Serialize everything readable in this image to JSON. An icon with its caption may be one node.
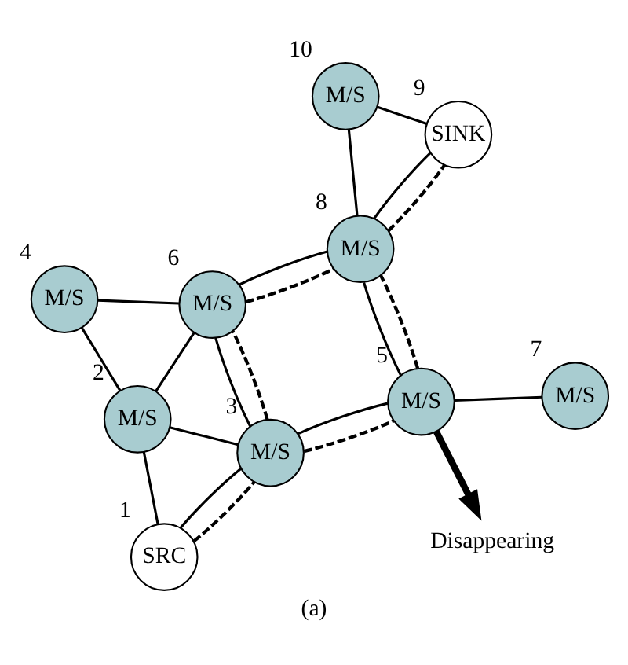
{
  "diagram": {
    "caption": "(a)",
    "nodes": [
      {
        "text": [
          "Disappearing"
        ]
      },
      {
        "text": [
          "M/S"
        ],
        "beside": [
          "7"
        ]
      },
      {
        "text": [
          "M/S"
        ],
        "beside": [
          "5"
        ]
      },
      {
        "text": [
          "SRC"
        ],
        "beside": [
          "1"
        ]
      },
      {
        "text": [
          "M/S"
        ],
        "beside": [
          "10"
        ]
      },
      {
        "text": [
          "M/S"
        ],
        "beside": [
          "3"
        ]
      },
      {
        "text": [
          "M/S"
        ],
        "beside": [
          "8"
        ]
      },
      {
        "text": [
          "M/S"
        ],
        "beside": [
          "2"
        ]
      },
      {
        "text": [
          "M/S"
        ],
        "beside": [
          "6"
        ]
      },
      {
        "text": [
          "SINK"
        ],
        "beside": [
          "9"
        ]
      },
      {
        "text": [
          "M/S"
        ],
        "beside": [
          "4"
        ]
      }
    ],
    "edges": [
      {
        "from": 2,
        "to": 0,
        "arrow": "to",
        "style": "thick"
      },
      {
        "from": 3,
        "to": 5,
        "arrow": "none"
      },
      {
        "from": 3,
        "to": 7,
        "arrow": "none"
      },
      {
        "from": 7,
        "to": 5,
        "arrow": "none"
      },
      {
        "from": 7,
        "to": 8,
        "arrow": "none"
      },
      {
        "from": 7,
        "to": 10,
        "arrow": "none"
      },
      {
        "from": 5,
        "to": 2,
        "arrow": "none"
      },
      {
        "from": 5,
        "to": 8,
        "arrow": "none"
      },
      {
        "from": 2,
        "to": 1,
        "arrow": "none"
      },
      {
        "from": 2,
        "to": 6,
        "arrow": "none"
      },
      {
        "from": 8,
        "to": 10,
        "arrow": "none"
      },
      {
        "from": 8,
        "to": 6,
        "arrow": "none"
      },
      {
        "from": 6,
        "to": 4,
        "arrow": "none"
      },
      {
        "from": 6,
        "to": 9,
        "arrow": "none"
      },
      {
        "from": 4,
        "to": 9,
        "arrow": "none"
      },
      {
        "from": 3,
        "to": 5,
        "arrow": "none",
        "style": "dashed"
      },
      {
        "from": 5,
        "to": 2,
        "arrow": "none",
        "style": "dashed"
      },
      {
        "from": 2,
        "to": 6,
        "arrow": "none",
        "style": "dashed"
      },
      {
        "from": 6,
        "to": 9,
        "arrow": "none",
        "style": "dashed"
      },
      {
        "from": 5,
        "to": 8,
        "arrow": "none",
        "style": "dashed"
      },
      {
        "from": 8,
        "to": 6,
        "arrow": "none",
        "style": "dashed"
      }
    ]
  }
}
